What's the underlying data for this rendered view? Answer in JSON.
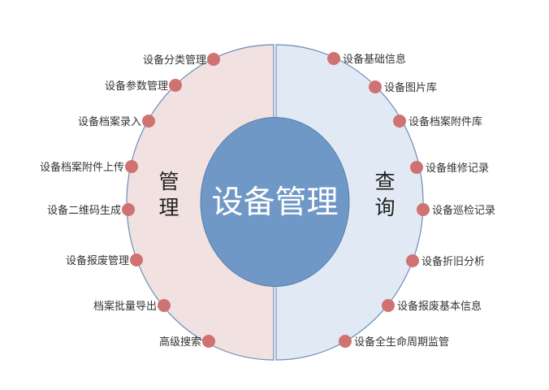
{
  "center_title": "设备管理",
  "left": {
    "title_chars": [
      "管",
      "理"
    ],
    "items": [
      "设备分类管理",
      "设备参数管理",
      "设备档案录入",
      "设备档案附件上传",
      "设备二维码生成",
      "设备报废管理",
      "档案批量导出",
      "高级搜索"
    ]
  },
  "right": {
    "title_chars": [
      "查",
      "询"
    ],
    "items": [
      "设备基础信息",
      "设备图片库",
      "设备档案附件库",
      "设备维修记录",
      "设备巡检记录",
      "设备折旧分析",
      "设备报废基本信息",
      "设备全生命周期监管"
    ]
  },
  "colors": {
    "left_fill": "#f2e1e1",
    "right_fill": "#e1eaf4",
    "center_fill": "#6f98c6",
    "outline": "#6a8db8",
    "dot": "#d07272"
  }
}
